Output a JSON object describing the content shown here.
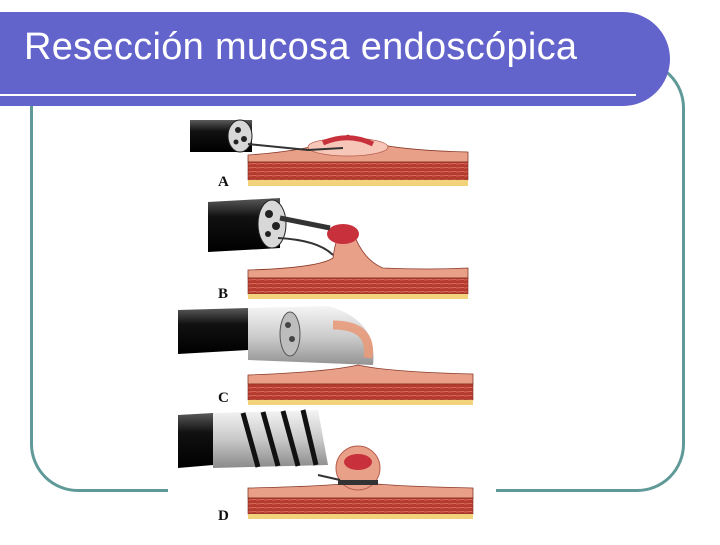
{
  "slide": {
    "title": "Resección mucosa endoscópica"
  },
  "diagram": {
    "panels": [
      {
        "label": "A",
        "step": "injection"
      },
      {
        "label": "B",
        "step": "suction-grasp"
      },
      {
        "label": "C",
        "step": "cap-suction"
      },
      {
        "label": "D",
        "step": "band-ligation"
      }
    ]
  },
  "colors": {
    "title_bar": "#6363cc",
    "frame_border": "#5f9a98",
    "mucosa": "#e8a088",
    "muscle": "#b53a2e",
    "serosa": "#f2d27a",
    "lesion": "#c8303c",
    "endoscope": "#1a1a1a"
  }
}
